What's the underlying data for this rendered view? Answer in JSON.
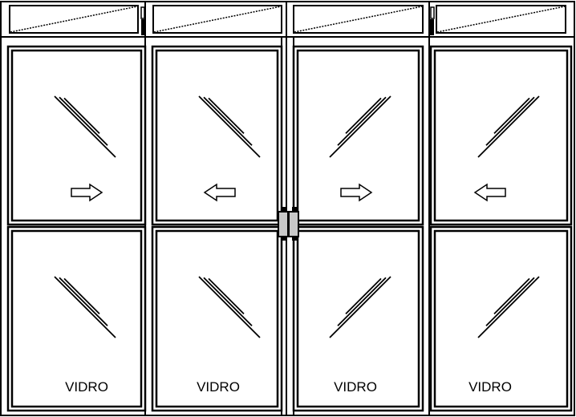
{
  "diagram": {
    "type": "four-leaf sliding glass door elevation",
    "leaves": [
      {
        "label": "VIDRO",
        "slide_direction": "right",
        "glazing_hatch": "backslash"
      },
      {
        "label": "VIDRO",
        "slide_direction": "left",
        "glazing_hatch": "backslash"
      },
      {
        "label": "VIDRO",
        "slide_direction": "right",
        "glazing_hatch": "slash"
      },
      {
        "label": "VIDRO",
        "slide_direction": "left",
        "glazing_hatch": "slash"
      }
    ],
    "colors": {
      "line": "#000000",
      "handle": "#c8c8c8"
    }
  }
}
